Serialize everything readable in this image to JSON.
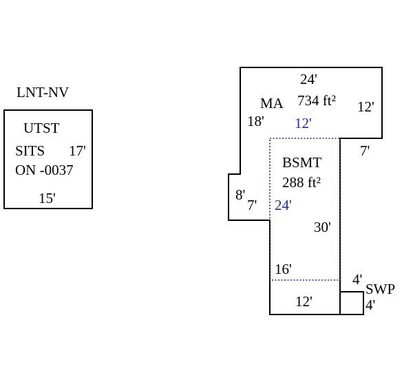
{
  "colors": {
    "line": "#000000",
    "basement_line": "#1a1acd",
    "basement_label": "#1f2bb0",
    "background": "#ffffff"
  },
  "shed": {
    "title": "LNT-NV",
    "line1": "UTST",
    "line2": "SITS",
    "line3": "ON -0037",
    "dim_right": "17'",
    "dim_bottom": "15'"
  },
  "house": {
    "dim_top": "24'",
    "main_area_label": "MA",
    "main_area_size": "734 ft²",
    "dim_right_upper": "12'",
    "dim_left_upper": "18'",
    "dim_bsmt_top": "12'",
    "dim_step_right": "7'",
    "bsmt_label": "BSMT",
    "bsmt_size": "288 ft²",
    "dim_bump_outer": "8'",
    "dim_bump_inner": "7'",
    "dim_bsmt_left": "24'",
    "dim_right_lower": "30'",
    "dim_bsmt_bottom": "16'",
    "dim_bottom": "12'",
    "swp_label": "SWP",
    "swp_dim_top": "4'",
    "swp_dim_right": "4'"
  }
}
